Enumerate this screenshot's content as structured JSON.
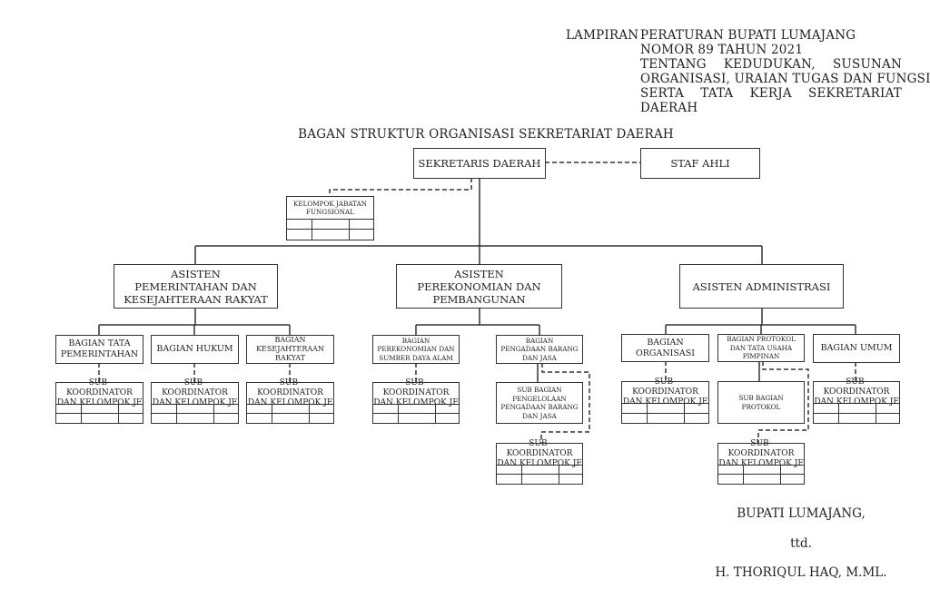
{
  "header": {
    "label": "LAMPIRAN",
    "lines": [
      "PERATURAN BUPATI LUMAJANG",
      "NOMOR  89 TAHUN 2021",
      "TENTANG KEDUDUKAN, SUSUNAN",
      "ORGANISASI, URAIAN TUGAS DAN FUNGSI",
      "SERTA TATA KERJA SEKRETARIAT",
      "DAERAH"
    ]
  },
  "title": "BAGAN STRUKTUR ORGANISASI SEKRETARIAT DAERAH",
  "org": {
    "sekda": "SEKRETARIS DAERAH",
    "staf_ahli": "STAF AHLI",
    "kjf": "KELOMPOK JABATAN\nFUNGSIONAL",
    "asisten": [
      {
        "label": "ASISTEN\nPEMERINTAHAN DAN\nKESEJAHTERAAN RAKYAT",
        "bagian": [
          {
            "label": "BAGIAN TATA\nPEMERINTAHAN",
            "sub": "SUB-KOORDINATOR\nDAN KELOMPOK JF"
          },
          {
            "label": "BAGIAN HUKUM",
            "sub": "SUB-KOORDINATOR\nDAN KELOMPOK JF"
          },
          {
            "label": "BAGIAN\nKESEJAHTERAAN\nRAKYAT",
            "sub": "SUB-KOORDINATOR\nDAN KELOMPOK JF"
          }
        ]
      },
      {
        "label": "ASISTEN\nPEREKONOMIAN DAN\nPEMBANGUNAN",
        "bagian": [
          {
            "label": "BAGIAN\nPEREKONOMIAN DAN\nSUMBER DAYA ALAM",
            "sub": "SUB-KOORDINATOR\nDAN KELOMPOK JF"
          },
          {
            "label": "BAGIAN\nPENGADAAN BARANG\nDAN JASA",
            "subbagian": "SUB BAGIAN\nPENGELOLAAN\nPENGADAAN BARANG\nDAN JASA",
            "sub": "SUB-KOORDINATOR\nDAN KELOMPOK JF"
          }
        ]
      },
      {
        "label": "ASISTEN ADMINISTRASI",
        "bagian": [
          {
            "label": "BAGIAN\nORGANISASI",
            "sub": "SUB-KOORDINATOR\nDAN KELOMPOK JF"
          },
          {
            "label": "BAGIAN PROTOKOL\nDAN TATA USAHA\nPIMPINAN",
            "subbagian": "SUB BAGIAN\nPROTOKOL",
            "sub": "SUB-KOORDINATOR\nDAN KELOMPOK JF"
          },
          {
            "label": "BAGIAN UMUM",
            "sub": "SUB-KOORDINATOR\nDAN KELOMPOK JF"
          }
        ]
      }
    ]
  },
  "signature": {
    "title": "BUPATI LUMAJANG,",
    "ttd": "ttd.",
    "name": "H. THORIQUL HAQ, M.ML."
  }
}
